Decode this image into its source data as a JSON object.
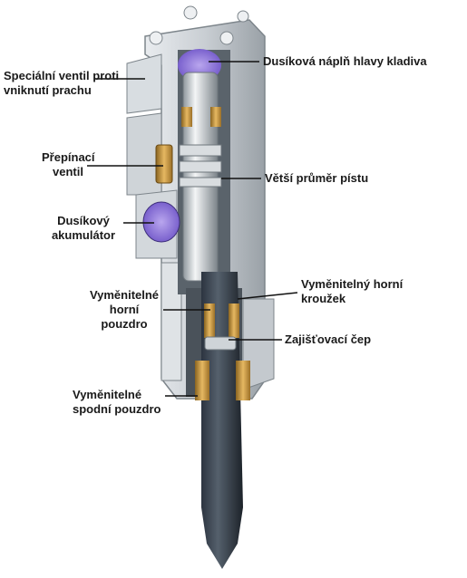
{
  "labels": {
    "special_valve": [
      "Speciální ventil proti",
      "vniknutí prachu"
    ],
    "nitrogen_head": [
      "Dusíková náplň hlavy kladiva"
    ],
    "switch_valve": [
      "Přepínací",
      "ventil"
    ],
    "larger_piston": [
      "Větší průměr pístu"
    ],
    "nitrogen_accumulator": [
      "Dusíkový",
      "akumulátor"
    ],
    "upper_ring": [
      "Vyměnitelný horní",
      "kroužek"
    ],
    "upper_bushing": [
      "Vyměnitelné",
      "horní",
      "pouzdro"
    ],
    "retaining_pin": [
      "Zajišťovací čep"
    ],
    "lower_bushing": [
      "Vyměnitelné",
      "spodní pouzdro"
    ]
  }
}
